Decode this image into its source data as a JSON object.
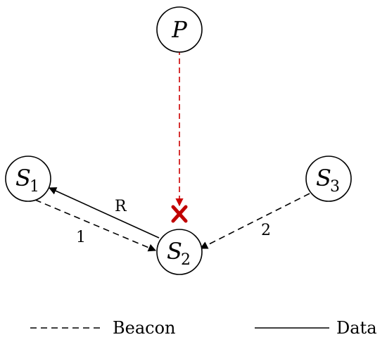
{
  "nodes": {
    "p": {
      "main": "P",
      "sub": ""
    },
    "s1": {
      "main": "S",
      "sub": "1"
    },
    "s2": {
      "main": "S",
      "sub": "2"
    },
    "s3": {
      "main": "S",
      "sub": "3"
    }
  },
  "edges": {
    "s1_to_s2_label": "1",
    "s3_to_s2_label": "2",
    "s2_to_s1_label": "R"
  },
  "legend": {
    "beacon": "Beacon",
    "data": "Data"
  },
  "colors": {
    "lost_signal": "#cc0000",
    "cross_mark": "#c00000"
  },
  "icons": {
    "blocked_marker": "x-cross-icon"
  }
}
